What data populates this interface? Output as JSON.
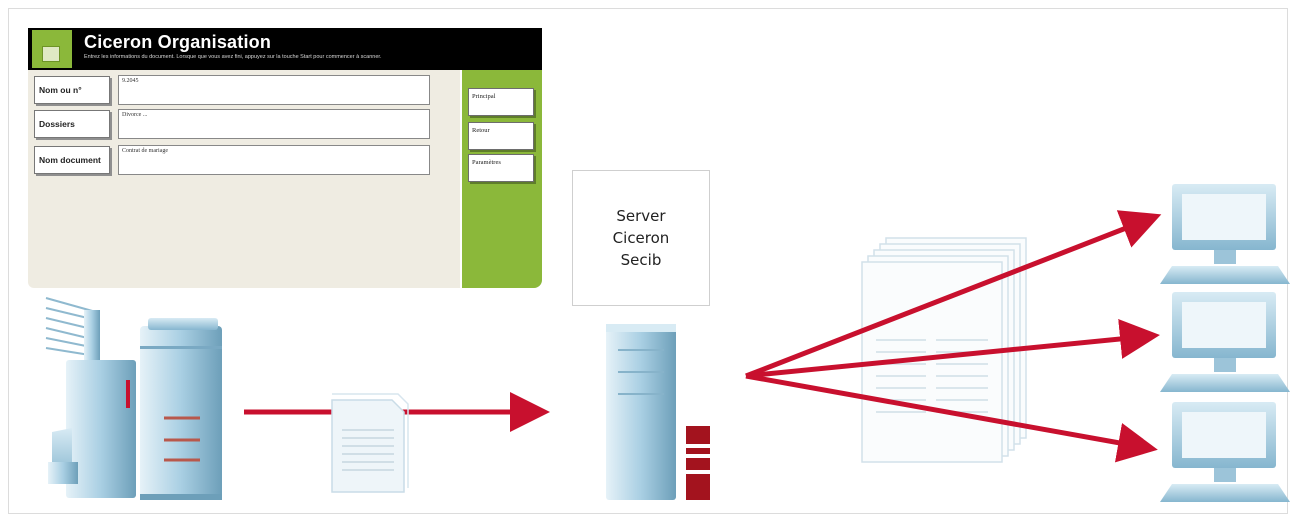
{
  "panel": {
    "title": "Ciceron Organisation",
    "subtitle": "Entrez les informations du document. Lorsque que vous avez fini, appuyez sur la touche Start pour commencer à scanner.",
    "fields": [
      {
        "label": "Nom ou n°",
        "value": "9.2045"
      },
      {
        "label": "Dossiers",
        "value": "Divorce ..."
      },
      {
        "label": "Nom document",
        "value": "Contrat de mariage"
      }
    ],
    "side_buttons": [
      "Principal",
      "Retour",
      "Paramètres"
    ]
  },
  "server": {
    "line1": "Server",
    "line2": "Ciceron",
    "line3": "Secib"
  },
  "colors": {
    "arrow": "#c8102e",
    "device": "#a9cfe3",
    "panel_green": "#8bb83a",
    "panel_bg": "#efece2"
  },
  "icons": [
    "scanner-printer-icon",
    "document-icon",
    "server-tower-icon",
    "document-stack-icon",
    "monitor-icon"
  ]
}
